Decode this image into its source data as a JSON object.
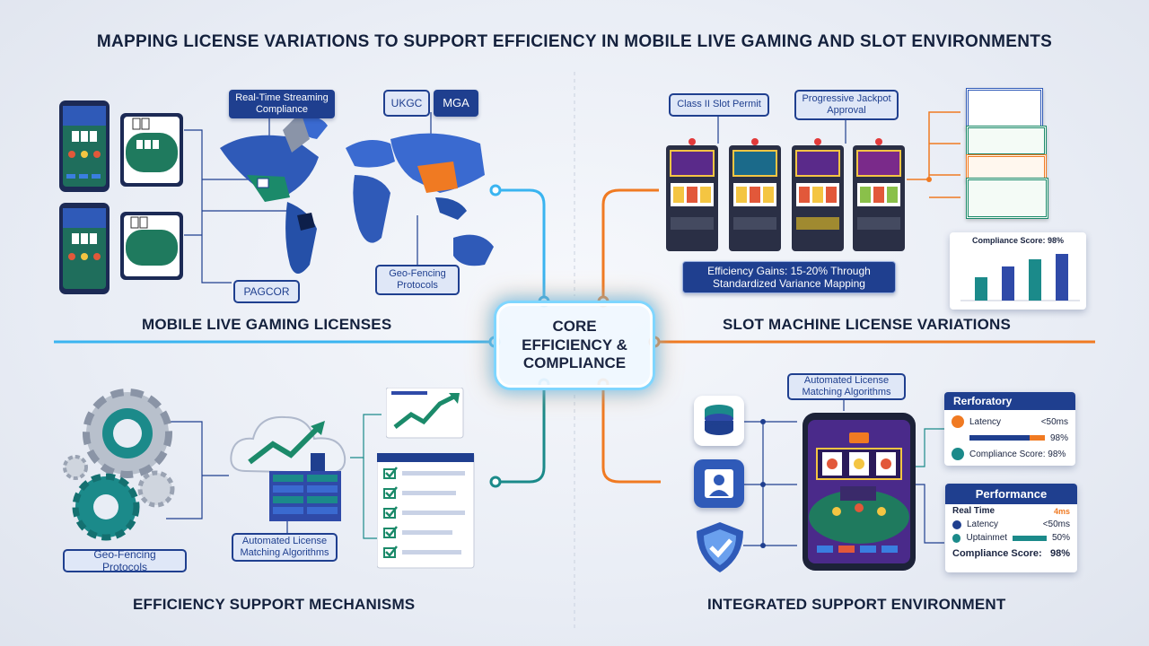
{
  "title": "MAPPING LICENSE VARIATIONS TO SUPPORT EFFICIENCY IN MOBILE LIVE GAMING AND SLOT ENVIRONMENTS",
  "core": {
    "line1": "CORE",
    "line2": "EFFICIENCY &",
    "line3": "COMPLIANCE"
  },
  "quadrants": {
    "top_left": {
      "title": "MOBILE LIVE GAMING LICENSES",
      "tags": {
        "streaming": "Real-Time Streaming Compliance",
        "ukgc": "UKGC",
        "mga": "MGA",
        "pagcor": "PAGCOR",
        "geofencing": "Geo-Fencing Protocols"
      }
    },
    "top_right": {
      "title": "SLOT MACHINE LICENSE VARIATIONS",
      "tags": {
        "class2": "Class II Slot Permit",
        "jackpot": "Progressive Jackpot Approval",
        "efficiency": "Efficiency Gains: 15-20% Through Standardized Variance Mapping"
      },
      "compliance_chart": {
        "title": "Compliance Score: 98%"
      }
    },
    "bottom_left": {
      "title": "EFFICIENCY SUPPORT MECHANISMS",
      "tags": {
        "geofencing": "Geo-Fencing Protocols",
        "matching": "Automated License Matching Algorithms"
      }
    },
    "bottom_right": {
      "title": "INTEGRATED SUPPORT ENVIRONMENT",
      "tags": {
        "matching": "Automated License Matching Algorithms"
      },
      "panel1": {
        "head": "Rerforatory",
        "latency_label": "Latency",
        "latency_value": "<50ms",
        "pct": "98%",
        "compliance": "Compliance Score: 98%"
      },
      "panel2": {
        "head": "Performance",
        "realtime": "Real Time",
        "realtime_badge": "4ms",
        "latency_label": "Latency",
        "latency_value": "<50ms",
        "uptime_label": "Uptainmet",
        "uptime_value": "50%",
        "compliance": "Compliance Score:",
        "compliance_value": "98%"
      }
    }
  },
  "colors": {
    "navy": "#1f3f8f",
    "teal": "#1b8a8a",
    "orange": "#f07a22",
    "cyan": "#2aa5e0"
  }
}
